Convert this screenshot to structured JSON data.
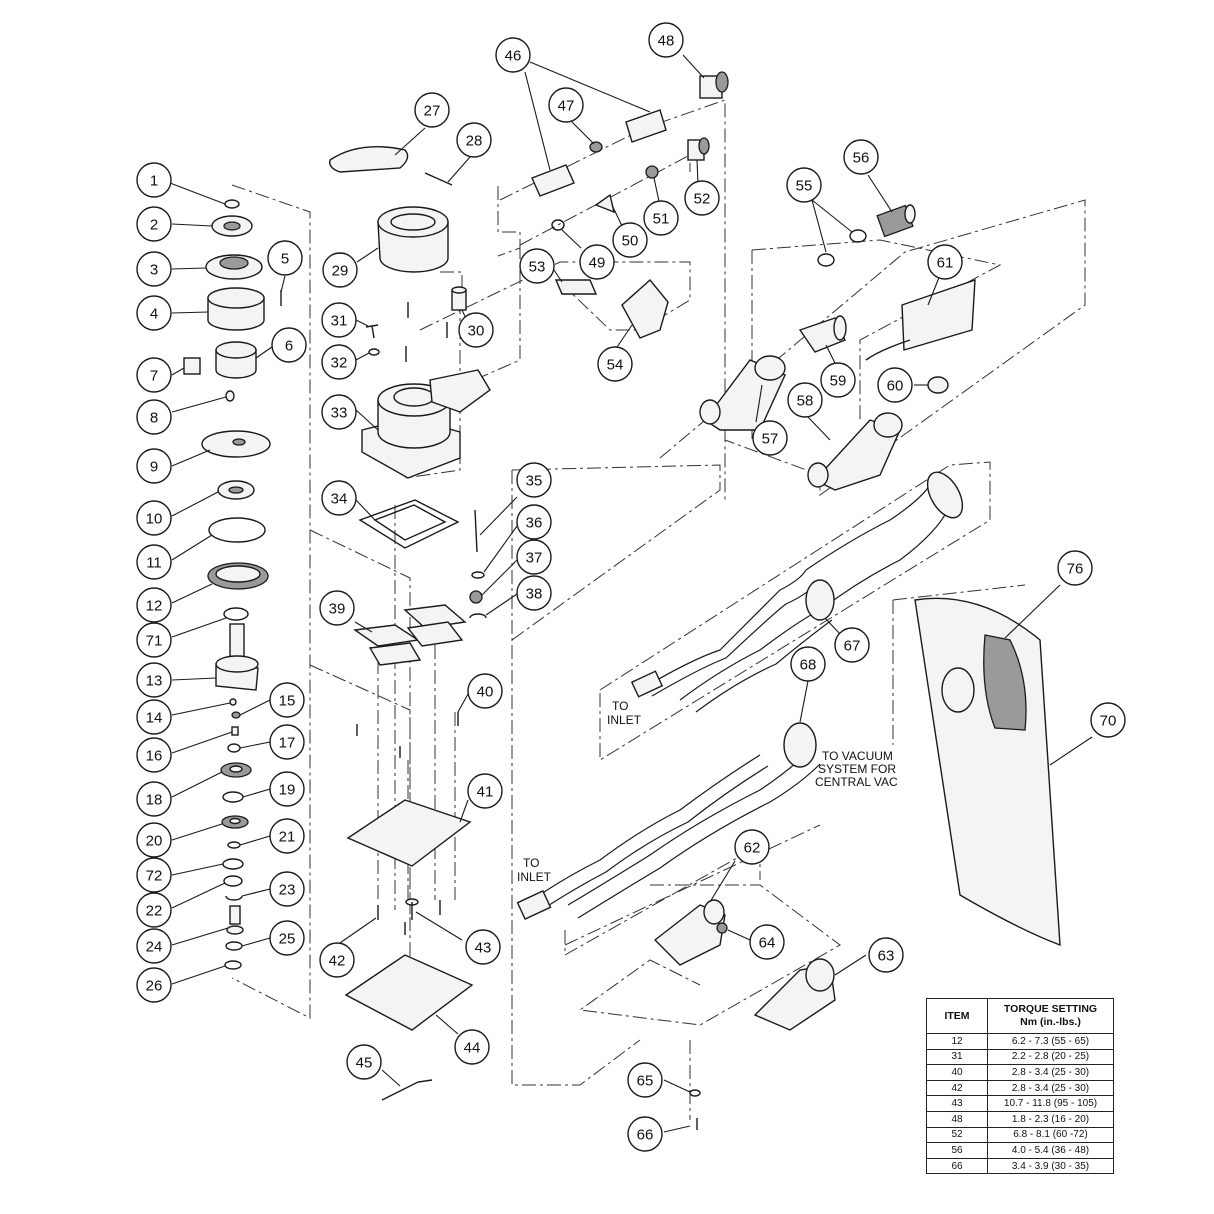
{
  "callouts": [
    {
      "label": "1"
    },
    {
      "label": "2"
    },
    {
      "label": "3"
    },
    {
      "label": "4"
    },
    {
      "label": "5"
    },
    {
      "label": "6"
    },
    {
      "label": "7"
    },
    {
      "label": "8"
    },
    {
      "label": "9"
    },
    {
      "label": "10"
    },
    {
      "label": "11"
    },
    {
      "label": "12"
    },
    {
      "label": "71"
    },
    {
      "label": "13"
    },
    {
      "label": "14"
    },
    {
      "label": "15"
    },
    {
      "label": "16"
    },
    {
      "label": "17"
    },
    {
      "label": "18"
    },
    {
      "label": "19"
    },
    {
      "label": "20"
    },
    {
      "label": "21"
    },
    {
      "label": "72"
    },
    {
      "label": "22"
    },
    {
      "label": "23"
    },
    {
      "label": "24"
    },
    {
      "label": "25"
    },
    {
      "label": "26"
    },
    {
      "label": "27"
    },
    {
      "label": "28"
    },
    {
      "label": "29"
    },
    {
      "label": "30"
    },
    {
      "label": "31"
    },
    {
      "label": "32"
    },
    {
      "label": "33"
    },
    {
      "label": "34"
    },
    {
      "label": "35"
    },
    {
      "label": "36"
    },
    {
      "label": "37"
    },
    {
      "label": "38"
    },
    {
      "label": "39"
    },
    {
      "label": "40"
    },
    {
      "label": "41"
    },
    {
      "label": "42"
    },
    {
      "label": "43"
    },
    {
      "label": "44"
    },
    {
      "label": "45"
    },
    {
      "label": "46"
    },
    {
      "label": "47"
    },
    {
      "label": "48"
    },
    {
      "label": "49"
    },
    {
      "label": "50"
    },
    {
      "label": "51"
    },
    {
      "label": "52"
    },
    {
      "label": "53"
    },
    {
      "label": "54"
    },
    {
      "label": "55"
    },
    {
      "label": "56"
    },
    {
      "label": "57"
    },
    {
      "label": "58"
    },
    {
      "label": "59"
    },
    {
      "label": "60"
    },
    {
      "label": "61"
    },
    {
      "label": "62"
    },
    {
      "label": "63"
    },
    {
      "label": "64"
    },
    {
      "label": "65"
    },
    {
      "label": "66"
    },
    {
      "label": "67"
    },
    {
      "label": "68"
    },
    {
      "label": "70"
    },
    {
      "label": "76"
    }
  ],
  "annotations": {
    "to_inlet_upper_1": "TO",
    "to_inlet_upper_2": "INLET",
    "to_vacuum_1": "TO VACUUM",
    "to_vacuum_2": "SYSTEM FOR",
    "to_vacuum_3": "CENTRAL VAC",
    "to_inlet_lower_1": "TO",
    "to_inlet_lower_2": "INLET"
  },
  "torque_table": {
    "header_item": "ITEM",
    "header_setting_1": "TORQUE SETTING",
    "header_setting_2": "Nm (in.-lbs.)",
    "rows": [
      {
        "item": "12",
        "setting": "6.2 - 7.3 (55 - 65)"
      },
      {
        "item": "31",
        "setting": "2.2 - 2.8 (20 - 25)"
      },
      {
        "item": "40",
        "setting": "2.8 - 3.4 (25 - 30)"
      },
      {
        "item": "42",
        "setting": "2.8 - 3.4 (25 - 30)"
      },
      {
        "item": "43",
        "setting": "10.7 - 11.8 (95 - 105)"
      },
      {
        "item": "48",
        "setting": "1.8 - 2.3 (16 - 20)"
      },
      {
        "item": "52",
        "setting": "6.8 - 8.1 (60 -72)"
      },
      {
        "item": "56",
        "setting": "4.0 - 5.4 (36 - 48)"
      },
      {
        "item": "66",
        "setting": "3.4 - 3.9 (30 - 35)"
      }
    ]
  }
}
